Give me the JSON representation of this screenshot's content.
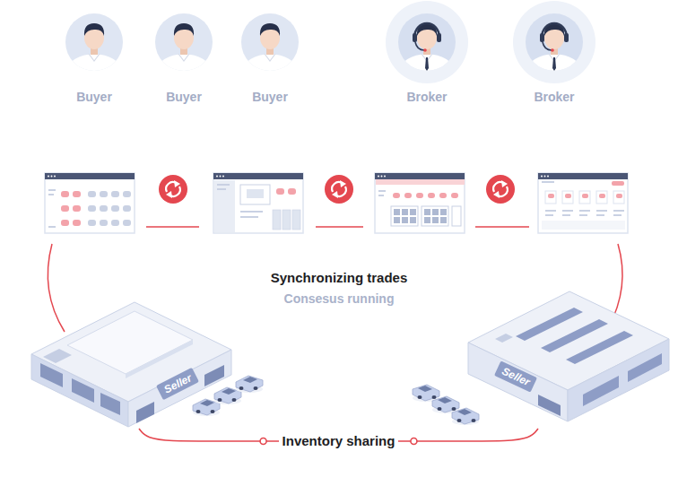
{
  "diagram": {
    "nodes": [
      {
        "text": [
          "Buyer"
        ]
      },
      {
        "text": [
          "Buyer"
        ]
      },
      {
        "text": [
          "Buyer"
        ]
      },
      {
        "text": [
          "Broker"
        ]
      },
      {
        "text": [
          "Broker"
        ]
      },
      {
        "text": [
          "Seller"
        ]
      },
      {
        "text": [
          "Seller"
        ]
      }
    ],
    "edges": [
      {
        "from": 5,
        "to": 6,
        "label": "Inventory sharing",
        "arrow": "none"
      }
    ],
    "labels": [
      "Synchronizing trades",
      "Consesus running"
    ]
  }
}
